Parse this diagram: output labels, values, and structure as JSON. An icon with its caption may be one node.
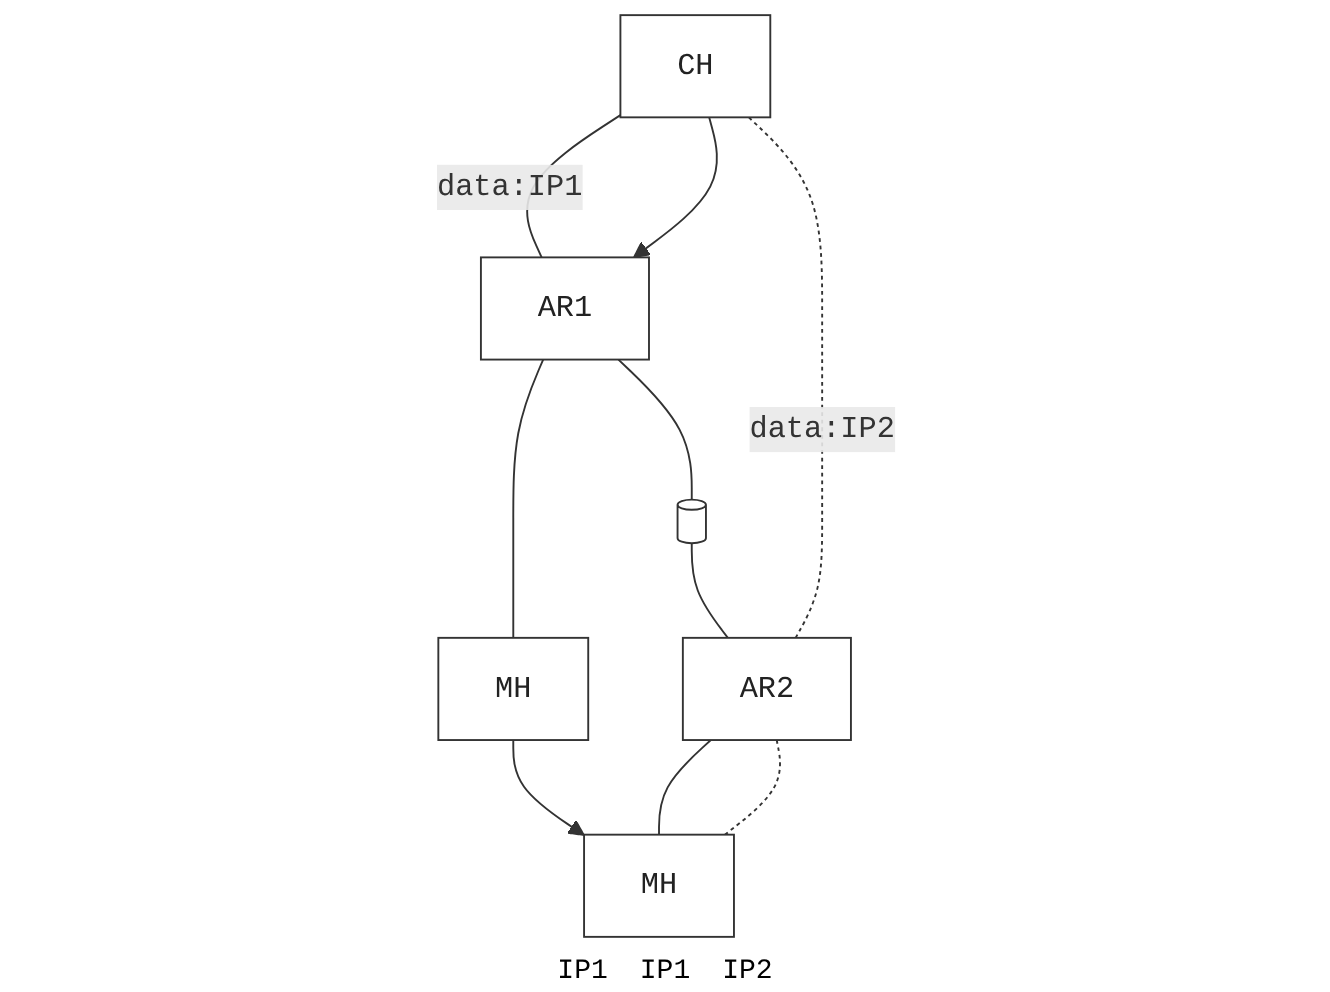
{
  "diagram": {
    "nodes": [
      {
        "text": [
          "CH"
        ]
      },
      {
        "text": [
          "AR1"
        ]
      },
      {
        "text": [
          "AR2"
        ]
      },
      {
        "text": [
          "MH"
        ]
      },
      {
        "text": [
          "MH"
        ]
      },
      {
        "text": [],
        "shape": "cylinder"
      }
    ],
    "edges": [
      {
        "from": 0,
        "to": 1,
        "arrow": "none",
        "label": "data:IP1"
      },
      {
        "from": 1,
        "to": 3,
        "arrow": "none"
      },
      {
        "from": 0,
        "to": 1,
        "arrow": "to"
      },
      {
        "from": 1,
        "to": 5,
        "arrow": "none"
      },
      {
        "from": 5,
        "to": 2,
        "arrow": "none"
      },
      {
        "from": 2,
        "to": 4,
        "arrow": "none"
      },
      {
        "from": 0,
        "to": 2,
        "arrow": "none",
        "label": "data:IP2",
        "style": "dashed"
      },
      {
        "from": 2,
        "to": 4,
        "arrow": "none",
        "style": "dashed"
      },
      {
        "from": 3,
        "to": 4,
        "arrow": "to"
      }
    ],
    "labels": [
      "IP1",
      "IP1",
      "IP2"
    ]
  }
}
